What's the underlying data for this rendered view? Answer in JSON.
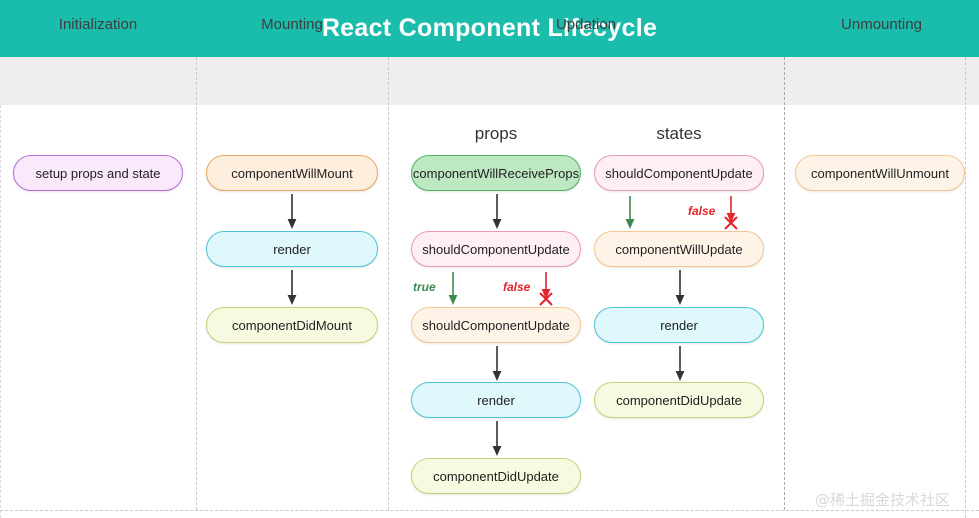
{
  "title": "React Component Lifecycle",
  "colors": {
    "header_bar": "#1abdac",
    "header_strip": "#eeeeee",
    "true_label": "#3f8a4e",
    "false_label": "#e0252b",
    "purple_node": "#b66ddb",
    "orange_node": "#e8a661",
    "cyan_node": "#4fc3d8",
    "olive_node": "#c9cf7a",
    "green_node": "#4bb563",
    "pink_node": "#ec9ab4"
  },
  "columns": [
    {
      "label": "Initialization"
    },
    {
      "label": "Mounting"
    },
    {
      "label": "Updation"
    },
    {
      "label": "Unmounting"
    }
  ],
  "group_labels": {
    "props": "props",
    "states": "states"
  },
  "nodes": {
    "initialization": [
      {
        "label": "setup props and state"
      }
    ],
    "mounting": [
      {
        "label": "componentWillMount"
      },
      {
        "label": "render"
      },
      {
        "label": "componentDidMount"
      }
    ],
    "updation_props": [
      {
        "label": "componentWillReceiveProps"
      },
      {
        "label": "shouldComponentUpdate"
      },
      {
        "label": "shouldComponentUpdate"
      },
      {
        "label": "render"
      },
      {
        "label": "componentDidUpdate"
      }
    ],
    "updation_states": [
      {
        "label": "shouldComponentUpdate"
      },
      {
        "label": "componentWillUpdate"
      },
      {
        "label": "render"
      },
      {
        "label": "componentDidUpdate"
      }
    ],
    "unmounting": [
      {
        "label": "componentWillUnmount"
      }
    ]
  },
  "branch_labels": {
    "props_true": "true",
    "props_false": "false",
    "states_false": "false"
  },
  "watermark": "@稀土掘金技术社区"
}
